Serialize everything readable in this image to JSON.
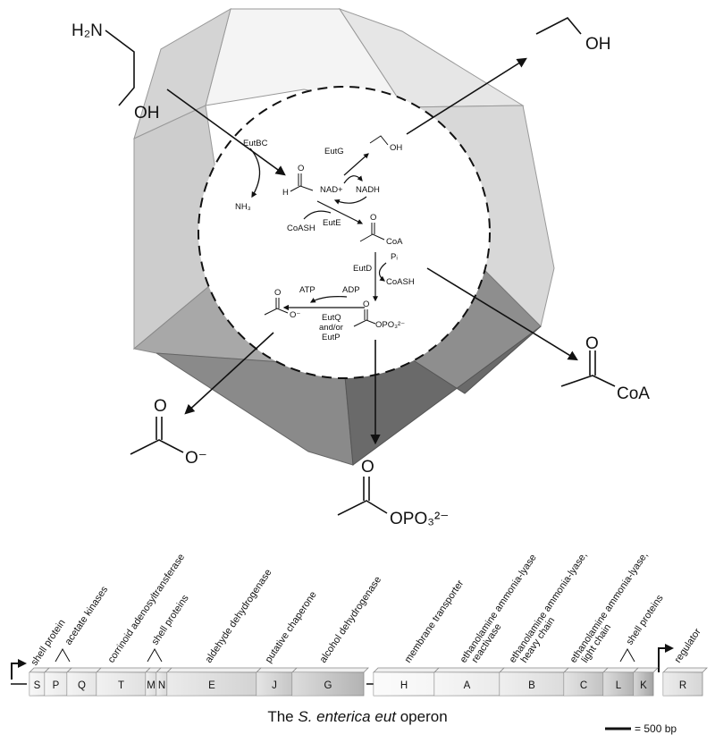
{
  "colors": {
    "polyhedron_top_face": "#f5f5f5",
    "polyhedron_left_face": "#cfcfcf",
    "polyhedron_right_face": "#c8c8c8",
    "polyhedron_bottom_left": "#9a9a9a",
    "polyhedron_bottom_right": "#6e6e6e",
    "arrow": "#111111"
  },
  "outside_molecules": {
    "ethanolamine": {
      "nh2": "H₂N",
      "oh": "OH"
    },
    "ethanol_out": {
      "oh": "OH"
    },
    "acetyl_coa_out": {
      "o": "O",
      "coa": "CoA"
    },
    "acetate_out": {
      "o": "O",
      "charge": "O⁻"
    },
    "acetyl_phosphate_out": {
      "o": "O",
      "group": "OPO₃²⁻"
    }
  },
  "inside_pathway": {
    "eutbc": "EutBC",
    "nh3": "NH₃",
    "acetaldehyde_h": "H",
    "acetaldehyde_o": "O",
    "eutg": "EutG",
    "ethanol_oh": "OH",
    "nad_plus": "NAD+",
    "nadh": "NADH",
    "coash_in": "CoASH",
    "eute": "EutE",
    "acetylcoa_o": "O",
    "acetylcoa_coa": "CoA",
    "pi": "Pᵢ",
    "eutd": "EutD",
    "coash_out": "CoASH",
    "atp": "ATP",
    "adp": "ADP",
    "acetate_o": "O",
    "acetate_charge": "O⁻",
    "eutq_line1": "EutQ",
    "eutq_line2": "and/or",
    "eutq_line3": "EutP",
    "acetylp_o": "O",
    "acetylp_group": "OPO₃²⁻"
  },
  "operon": {
    "caption_prefix": "The ",
    "caption_species": "S. enterica",
    "caption_middle": " ",
    "caption_gene": "eut",
    "caption_suffix": " operon",
    "scale_label": "= 500 bp",
    "genes": [
      {
        "name": "S",
        "color": "#efefef"
      },
      {
        "name": "P",
        "color": "#eaeaea"
      },
      {
        "name": "Q",
        "color": "#e6e6e6"
      },
      {
        "name": "T",
        "color": "#e1e1e1"
      },
      {
        "name": "M",
        "color": "#dddddd"
      },
      {
        "name": "N",
        "color": "#d9d9d9"
      },
      {
        "name": "E",
        "color": "#d3d3d3"
      },
      {
        "name": "J",
        "color": "#c6c6c6"
      },
      {
        "name": "G",
        "color": "#b3b3b3"
      },
      {
        "name": "H",
        "color": "#f6f6f6"
      },
      {
        "name": "A",
        "color": "#ebebeb"
      },
      {
        "name": "B",
        "color": "#dcdcdc"
      },
      {
        "name": "C",
        "color": "#c3c3c3"
      },
      {
        "name": "L",
        "color": "#b3b3b3"
      },
      {
        "name": "K",
        "color": "#a3a3a3"
      },
      {
        "name": "R",
        "color": "#d6d6d6"
      }
    ],
    "annotations": [
      "shell protein",
      "acetate kinases",
      "corrinoid adenosyltransferase",
      "shell proteins",
      "aldehyde dehydrogenase",
      "putative chaperone",
      "alcohol dehydrogenase",
      "membrane transporter",
      "ethanolamine ammonia-lyase",
      "reactivase",
      "ethanolamine ammonia-lyase,",
      "heavy chain",
      "ethanolamine ammonia-lyase,",
      "light chain",
      "shell proteins",
      "regulator"
    ]
  }
}
